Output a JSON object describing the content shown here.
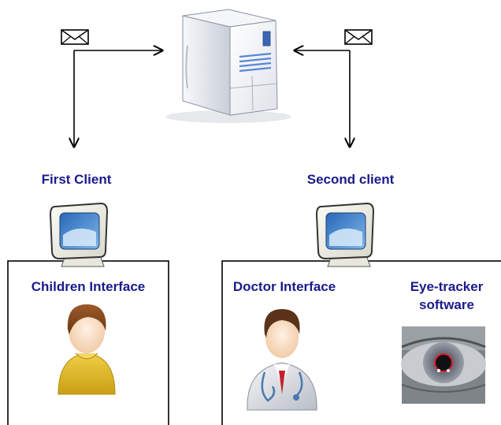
{
  "clients": {
    "first": {
      "title": "First Client",
      "interface_label": "Children Interface"
    },
    "second": {
      "title": "Second client",
      "interface_label": "Doctor Interface",
      "eye_tracker_label_line1": "Eye-tracker",
      "eye_tracker_label_line2": "software"
    }
  },
  "colors": {
    "label_text": "#1a1a8c",
    "connector": "#000000",
    "box_border": "#000000"
  },
  "icons": {
    "server": "server-icon",
    "message_left": "envelope-icon",
    "message_right": "envelope-icon",
    "monitor_first": "monitor-icon",
    "monitor_second": "monitor-icon",
    "child": "child-user-icon",
    "doctor": "doctor-icon",
    "eye": "eye-tracker-image"
  }
}
